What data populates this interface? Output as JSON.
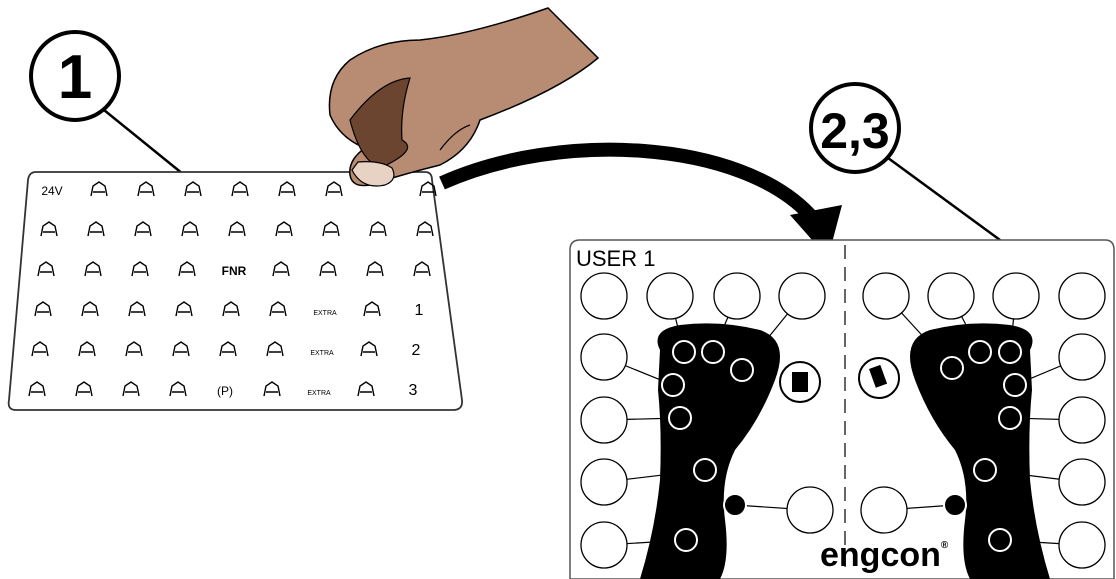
{
  "steps": {
    "step1_label": "1",
    "step23_label": "2,3"
  },
  "sticker_sheet": {
    "rows": [
      [
        "24V",
        "hammer-sym",
        "rotator-sym",
        "tilt-sym",
        "pen-sym",
        "hare-sym",
        "bucket-sym",
        "",
        "double-arrow-sym"
      ],
      [
        "engine-sym",
        "grab-sym",
        "rotate-sym",
        "tilt-sym",
        "grab2-sym",
        "turtle-sym",
        "rotator2-sym",
        "roll-sym",
        "updown-sym"
      ],
      [
        "axle-sym",
        "grab3-sym",
        "tilt2-sym",
        "rotate2-sym",
        "FNR",
        "horn-sym",
        "roll2-sym",
        "roll3-sym",
        "updown-sym"
      ],
      [
        "lift-sym",
        "shovel-sym",
        "tilt3-sym",
        "rotate3-sym",
        "axle2-sym",
        "print-sym",
        "EXTRA",
        "roll4-sym",
        "1"
      ],
      [
        "turtle2-sym",
        "shovel2-sym",
        "tilt4-sym",
        "rotate4-sym",
        "axle3-sym",
        "print2-sym",
        "EXTRA",
        "roll5-sym",
        "2"
      ],
      [
        "sprinkle-sym",
        "hook-sym",
        "tilt5-sym",
        "rotate5-sym",
        "(P)",
        "lock-sym",
        "EXTRA",
        "double-arrow-sym",
        "3"
      ]
    ]
  },
  "control_card": {
    "user_label": "USER 1",
    "brand": "engcon",
    "trademark": "®",
    "left_center_icon": "rotator-icon",
    "right_center_icon": "roll-icon"
  },
  "colors": {
    "ink": "#000000",
    "hand": "#b88c73",
    "hand_shadow": "#6b4530",
    "card_border": "#555555"
  }
}
